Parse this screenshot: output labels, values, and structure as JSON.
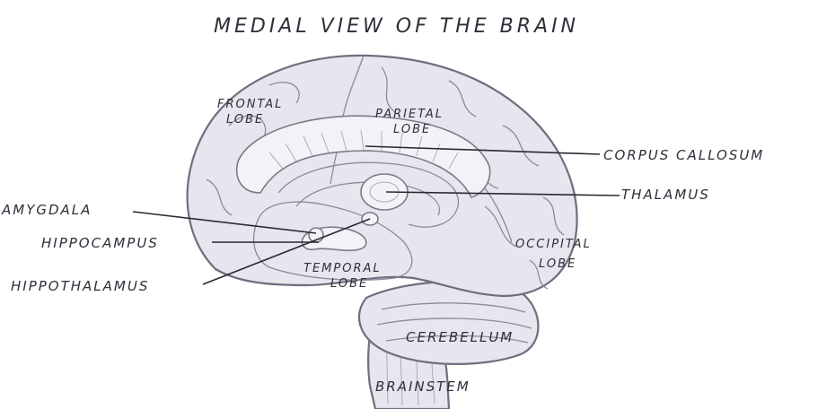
{
  "title": "MEDIAL VIEW OF THE BRAIN",
  "labels": {
    "frontal_lobe_line1": "FRONTAL",
    "frontal_lobe_line2": "LOBE",
    "parietal_lobe_line1": "PARIETAL",
    "parietal_lobe_line2": "LOBE",
    "corpus_callosum": "CORPUS CALLOSUM",
    "thalamus": "THALAMUS",
    "amygdala": "AMYGDALA",
    "hippocampus": "HIPPOCAMPUS",
    "hypothalamus": "HIPPOTHALAMUS",
    "occipital_lobe_line1": "OCCIPITAL",
    "occipital_lobe_line2": "LOBE",
    "temporal_lobe_line1": "TEMPORAL",
    "temporal_lobe_line2": "LOBE",
    "cerebellum": "CEREBELLUM",
    "brainstem": "BRAINSTEM"
  },
  "colors": {
    "ink": "#2a2a35",
    "pencil": "#6e6e7e",
    "paper": "#ffffff",
    "shading": "#e6e6ee"
  }
}
